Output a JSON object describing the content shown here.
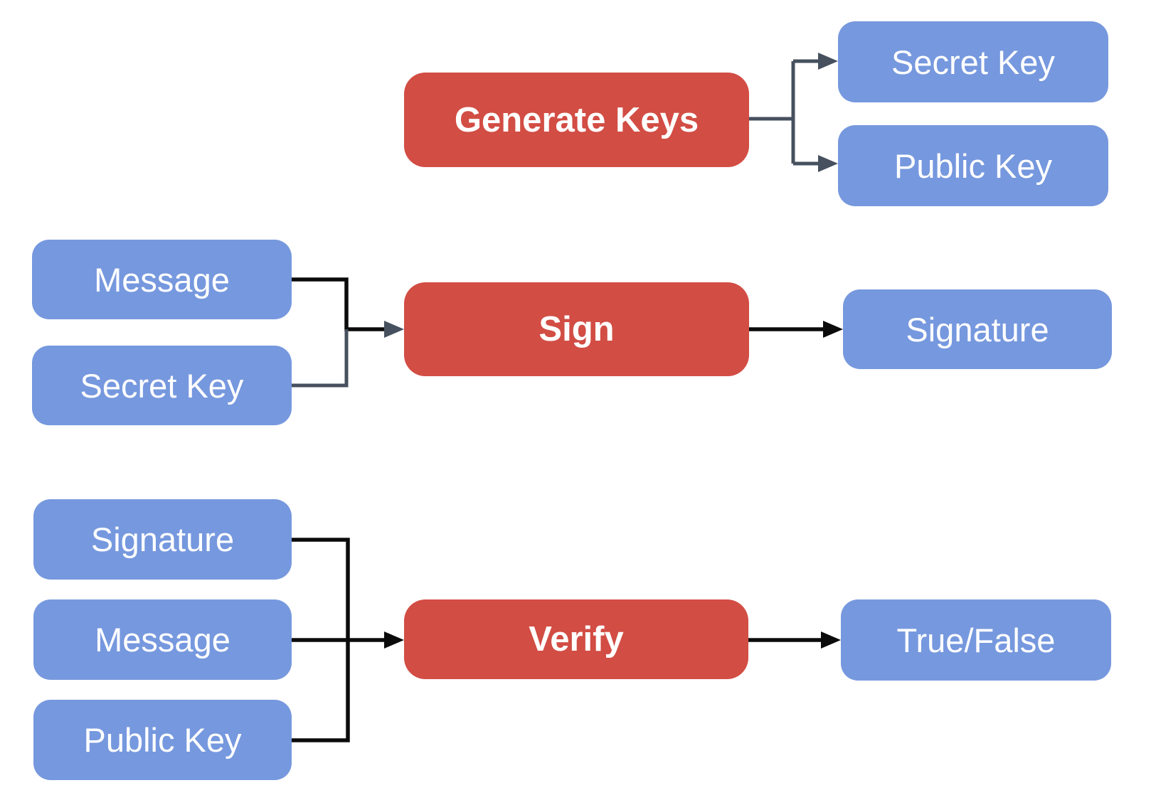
{
  "colors": {
    "process_box": "#D24D44",
    "data_box": "#7698DE",
    "connector_dark_slate": "#46505E",
    "connector_black": "#0B0B0B",
    "node_text": "#FFFFFF",
    "background": "#FFFFFF"
  },
  "groups": {
    "generate": {
      "process": "Generate Keys",
      "outputs": [
        "Secret Key",
        "Public Key"
      ]
    },
    "sign": {
      "inputs": [
        "Message",
        "Secret Key"
      ],
      "process": "Sign",
      "output": "Signature"
    },
    "verify": {
      "inputs": [
        "Signature",
        "Message",
        "Public Key"
      ],
      "process": "Verify",
      "output": "True/False"
    }
  }
}
